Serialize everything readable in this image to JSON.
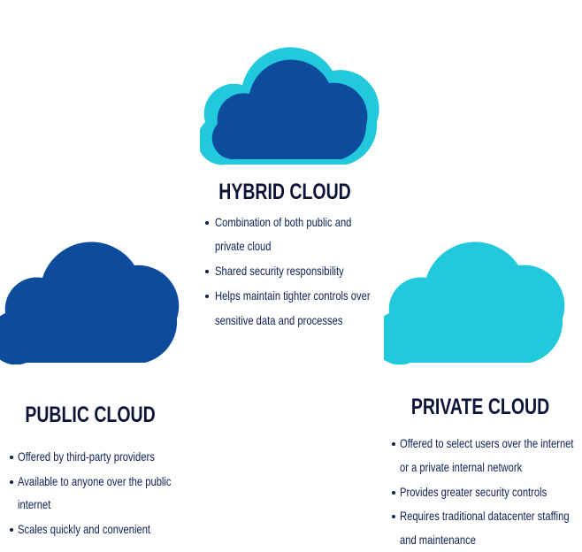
{
  "colors": {
    "dark_blue": "#0d4c9c",
    "cyan": "#22c9dc",
    "text": "#0b1436"
  },
  "hybrid": {
    "title": "HYBRID CLOUD",
    "icon": "cloud-icon",
    "lines": [
      "Combination of both public and",
      "private cloud",
      "Shared security responsibility",
      "Helps maintain tighter controls over",
      "sensitive data and processes"
    ]
  },
  "public": {
    "title": "PUBLIC CLOUD",
    "icon": "cloud-icon",
    "lines": [
      "Offered by third-party providers",
      "Available to anyone over the public",
      "internet",
      "Scales quickly and convenient"
    ]
  },
  "private": {
    "title": "PRIVATE CLOUD",
    "icon": "cloud-icon",
    "lines": [
      "Offered to select users over the internet",
      "or a private internal network",
      "Provides greater security controls",
      "Requires traditional datacenter staffing",
      "and maintenance"
    ]
  }
}
